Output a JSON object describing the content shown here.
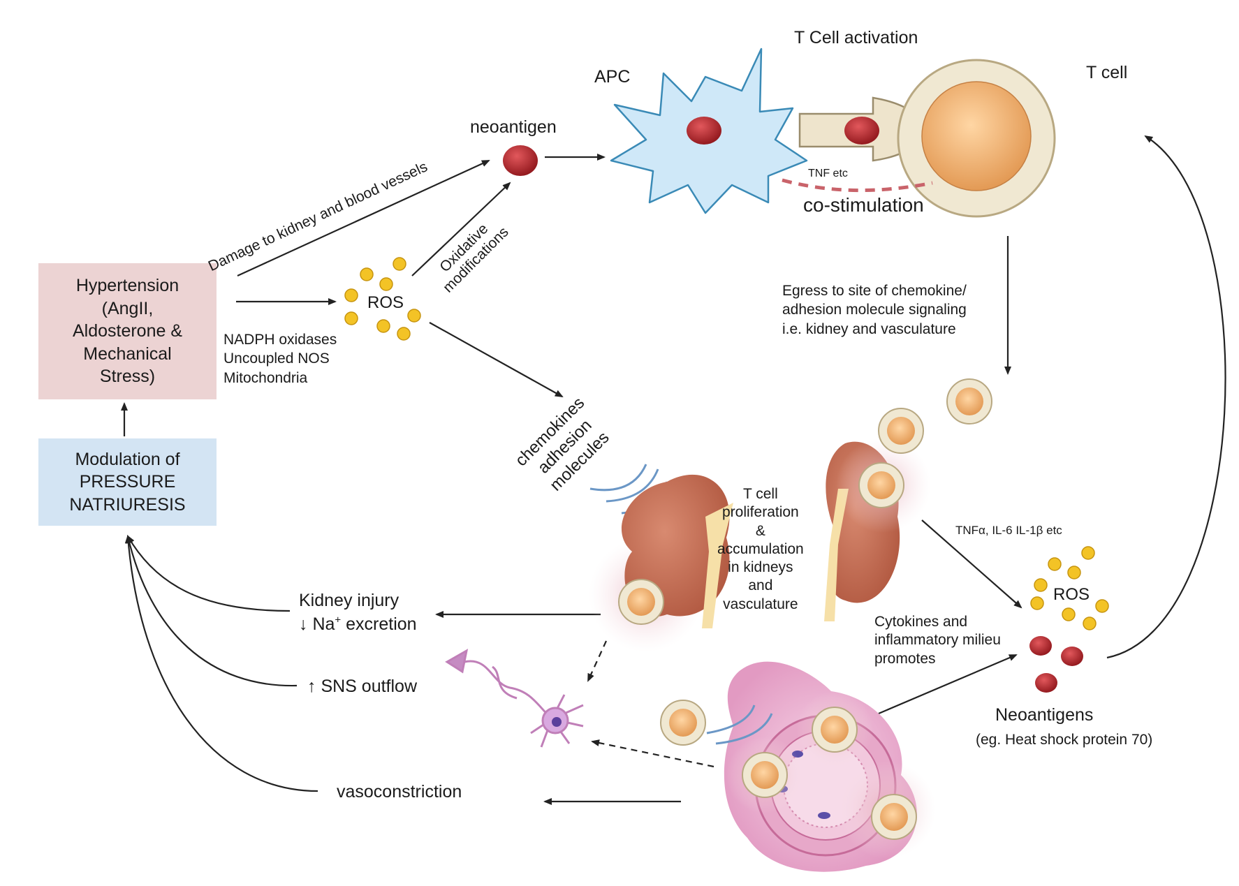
{
  "labels": {
    "t_cell_activation": "T Cell activation",
    "apc": "APC",
    "t_cell": "T cell",
    "neoantigen": "neoantigen",
    "tnf_etc": "TNF etc",
    "co_stimulation": "co-stimulation",
    "damage": "Damage to kidney and blood vessels",
    "oxidative": "Oxidative\nmodifications",
    "ros_top": "ROS",
    "ros_sources": "NADPH oxidases\nUncoupled NOS\nMitochondria",
    "egress": "Egress to site of chemokine/\nadhesion molecule signaling\ni.e. kidney and vasculature",
    "chemokines": "chemokines\nadhesion\nmolecules",
    "t_cell_proliferation": "T cell\nproliferation\n&\naccumulation\nin kidneys\nand\nvasculature",
    "cytokine_list": "TNFα, IL-6 IL-1β etc",
    "ros_bottom": "ROS",
    "cytokines_milieu": "Cytokines and\ninflammatory milieu\npromotes",
    "neoantigens": "Neoantigens",
    "hsp": "(eg. Heat shock protein 70)",
    "kidney_injury": "Kidney injury",
    "na_excretion_prefix": "↓ Na",
    "na_excretion_sup": "+",
    "na_excretion_suffix": " excretion",
    "sns_outflow": "↑ SNS outflow",
    "vasoconstriction": "vasoconstriction"
  },
  "boxes": {
    "hypertension": "Hypertension\n(AngII,\nAldosterone &\nMechanical\nStress)",
    "modulation": "Modulation of\nPRESSURE\nNATRIURESIS"
  },
  "colors": {
    "hypertension_box": "#ecd3d3",
    "modulation_box": "#d3e4f3",
    "apc_fill": "#cfe8f8",
    "neoantigen": "#b8262b",
    "ros_dot": "#f3c326",
    "t_cell_nucleus": "#f2b878",
    "kidney": "#c9725a",
    "vessel_pink": "#e7a8c9"
  }
}
